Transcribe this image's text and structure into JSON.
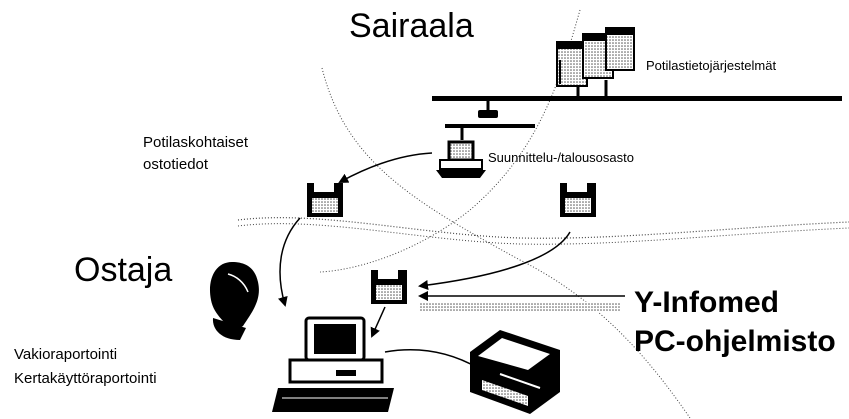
{
  "diagram": {
    "zones": {
      "hospital": "Sairaala",
      "buyer": "Ostaja"
    },
    "labels": {
      "patient_systems": "Potilastietojärjestelmät",
      "patient_purchase_data": [
        "Potilaskohtaiset",
        "ostotiedot"
      ],
      "planning_dept": "Suunnittelu-/talousosasto",
      "reporting": [
        "Vakioraportointi",
        "Kertakäyttöraportointi"
      ]
    },
    "product": {
      "line1": "Y-Infomed",
      "line2": "PC-ohjelmisto"
    }
  }
}
